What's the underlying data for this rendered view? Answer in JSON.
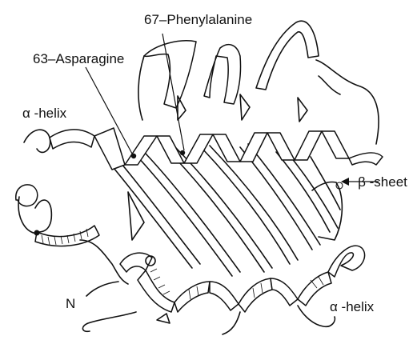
{
  "labels": {
    "phenylalanine": "67–Phenylalanine",
    "asparagine": "63–Asparagine",
    "helix_top": "α -helix",
    "beta_sheet": "β -sheet",
    "n_terminus": "N",
    "helix_bottom": "α -helix"
  },
  "colors": {
    "ink": "#111111",
    "background": "#ffffff"
  }
}
